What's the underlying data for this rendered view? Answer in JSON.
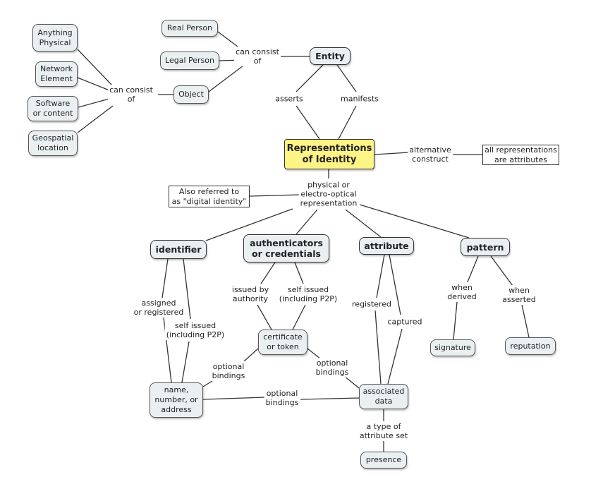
{
  "nodes": {
    "entity": "Entity",
    "real_person": "Real Person",
    "legal_person": "Legal Person",
    "object": "Object",
    "anything_physical": "Anything\nPhysical",
    "network_element": "Network\nElement",
    "software": "Software\nor content",
    "geospatial": "Geospatial\nlocation",
    "representations": "Representations\nof Identity",
    "all_representations": "all representations\nare attributes",
    "digital_identity_note": "Also referred to\nas \"digital identity\"",
    "identifier": "identifier",
    "authenticators": "authenticators\nor credentials",
    "attribute": "attribute",
    "pattern": "pattern",
    "certificate": "certificate\nor token",
    "signature": "signature",
    "reputation": "reputation",
    "name_number": "name,\nnumber, or\naddress",
    "associated_data": "associated\ndata",
    "presence": "presence"
  },
  "links": {
    "entity_consist": "can consist\nof",
    "object_consist": "can consist\nof",
    "asserts": "asserts",
    "manifests": "manifests",
    "alternative": "alternative\nconstruct",
    "physical": "physical or\nelectro-optical\nrepresentation",
    "assigned": "assigned\nor registered",
    "self_issued_identifier": "self issued\n(including P2P)",
    "issued_by_authority": "issued by\nauthority",
    "self_issued_auth": "self issued\n(including P2P)",
    "registered": "registered",
    "captured": "captured",
    "when_derived": "when\nderived",
    "when_asserted": "when\nasserted",
    "optional_left": "optional\nbindings",
    "optional_right": "optional\nbindings",
    "optional_bottom": "optional\nbindings",
    "attribute_set": "a type of\nattribute set"
  }
}
